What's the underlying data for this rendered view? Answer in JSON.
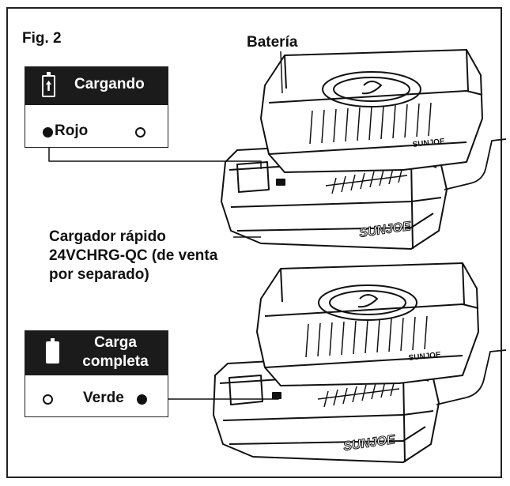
{
  "figure_label": "Fig. 2",
  "battery_label": "Batería",
  "charger_label": [
    "Cargador rápido",
    "24VCHRG-QC (de venta",
    "por separado)"
  ],
  "brand_top_battery": "SUNJOE",
  "brand_charger": "SUNJOE",
  "status_charging": {
    "title": "Cargando",
    "led_text": "Rojo",
    "icon": "battery-charging-icon"
  },
  "status_complete": {
    "title_lines": [
      "Carga",
      "completa"
    ],
    "led_text": "Verde",
    "icon": "battery-full-icon"
  }
}
